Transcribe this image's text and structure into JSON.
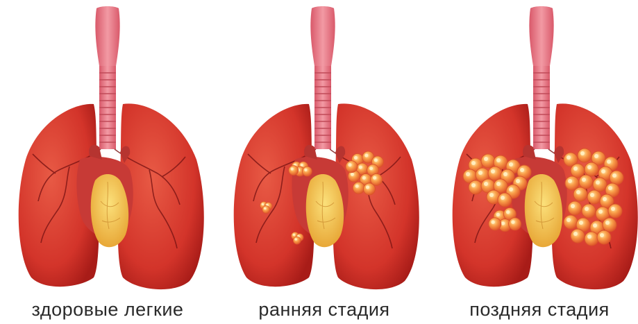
{
  "panels": [
    {
      "caption": "здоровые легкие",
      "stage": "healthy"
    },
    {
      "caption": "ранняя стадия",
      "stage": "early"
    },
    {
      "caption": "поздняя стадия",
      "stage": "late"
    }
  ],
  "colors": {
    "lung": "#d7362c",
    "lung_dark": "#b01e19",
    "trachea": "#e56f7c",
    "heart": "#c23a36",
    "fat": "#f2c24f",
    "tumor": "#f58a3a",
    "tumor_light": "#ffd48a"
  }
}
